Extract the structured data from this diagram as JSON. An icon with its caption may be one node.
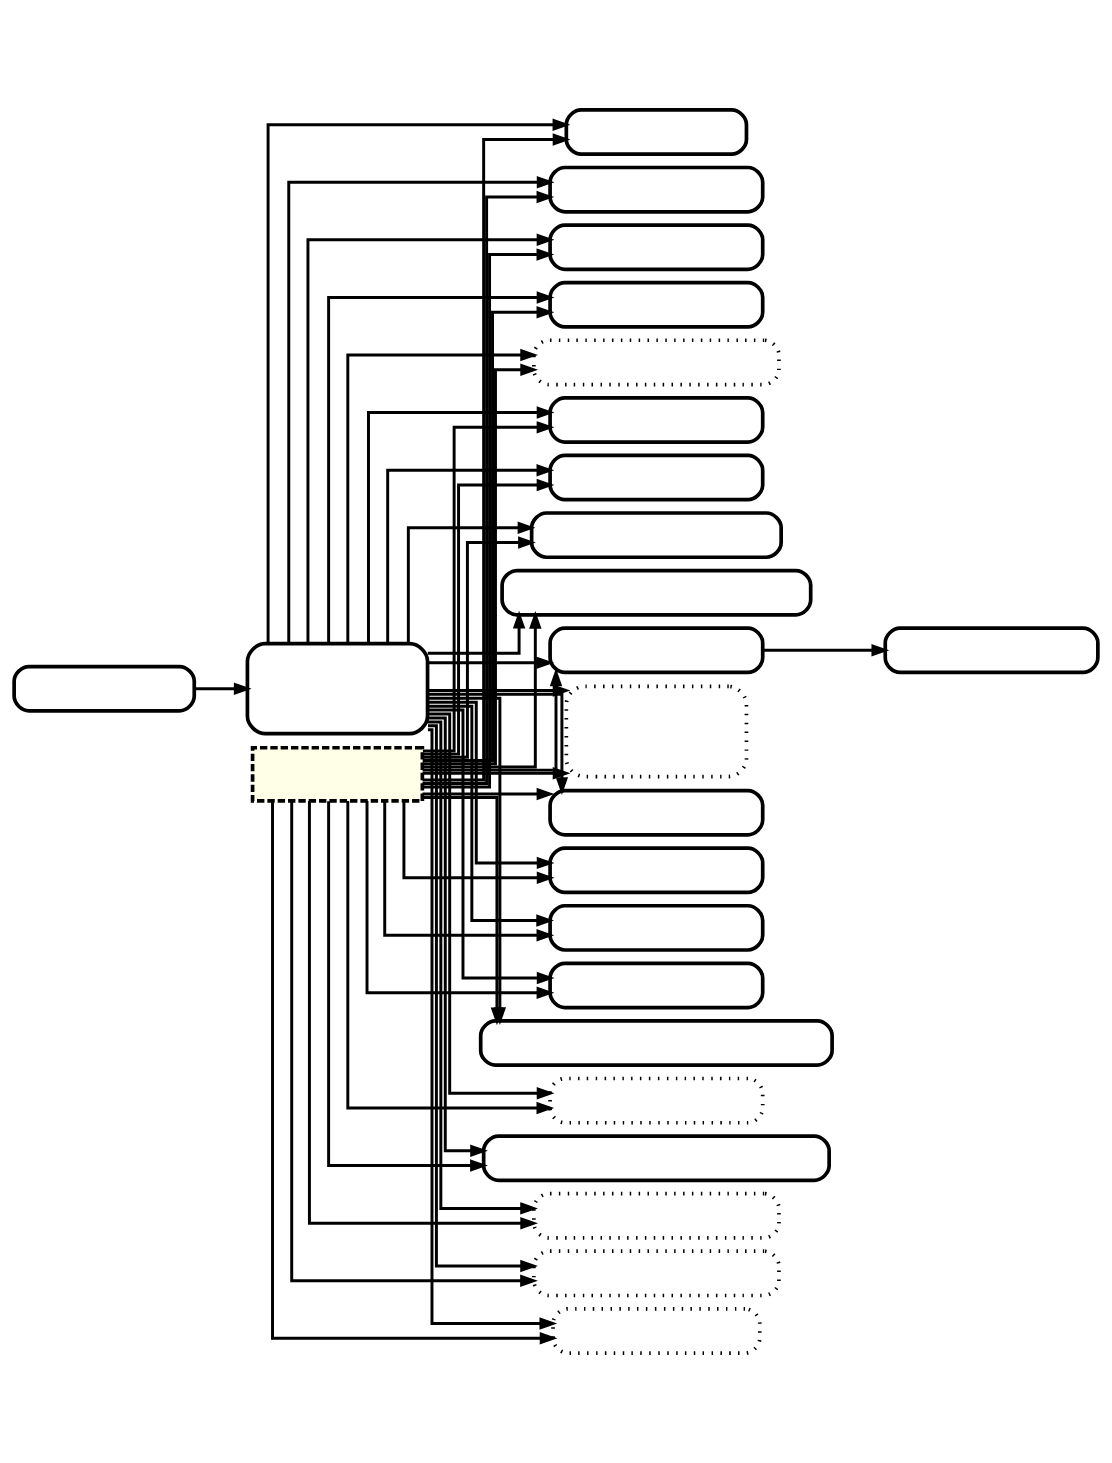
{
  "diagram": {
    "nodes": [
      {
        "text": [],
        "shape": "box"
      },
      {
        "text": [],
        "shape": "box"
      },
      {
        "text": [],
        "shape": "box"
      },
      {
        "text": [],
        "shape": "box"
      },
      {
        "text": [],
        "shape": "box"
      },
      {
        "text": [],
        "shape": "box"
      },
      {
        "text": [],
        "shape": "box"
      },
      {
        "text": [],
        "shape": "box"
      },
      {
        "text": [],
        "shape": "box"
      },
      {
        "text": [],
        "shape": "box"
      },
      {
        "text": [],
        "shape": "box"
      },
      {
        "text": [],
        "shape": "box"
      },
      {
        "text": [],
        "shape": "box"
      },
      {
        "text": [],
        "shape": "box"
      },
      {
        "text": [],
        "shape": "box"
      },
      {
        "text": [],
        "shape": "box"
      },
      {
        "text": [],
        "shape": "box"
      },
      {
        "text": [],
        "shape": "box"
      },
      {
        "text": [],
        "shape": "box"
      },
      {
        "text": [],
        "shape": "box"
      },
      {
        "text": [],
        "shape": "box"
      },
      {
        "text": [],
        "shape": "box"
      },
      {
        "text": [],
        "shape": "box"
      },
      {
        "text": [],
        "shape": "box"
      },
      {
        "text": [],
        "shape": "box"
      }
    ],
    "edges": [
      {
        "from": 0,
        "to": 1,
        "arrow": "to"
      },
      {
        "from": 1,
        "to": 2,
        "arrow": "to"
      },
      {
        "from": 1,
        "to": 3,
        "arrow": "to"
      },
      {
        "from": 1,
        "to": 4,
        "arrow": "to"
      },
      {
        "from": 1,
        "to": 5,
        "arrow": "to"
      },
      {
        "from": 1,
        "to": 6,
        "arrow": "to"
      },
      {
        "from": 1,
        "to": 7,
        "arrow": "to"
      },
      {
        "from": 1,
        "to": 8,
        "arrow": "to"
      },
      {
        "from": 1,
        "to": 9,
        "arrow": "to"
      },
      {
        "from": 1,
        "to": 10,
        "arrow": "to"
      },
      {
        "from": 1,
        "to": 11,
        "arrow": "to"
      },
      {
        "from": 11,
        "to": 12,
        "arrow": "to"
      },
      {
        "from": 1,
        "to": 13,
        "arrow": "to"
      },
      {
        "from": 1,
        "to": 14,
        "arrow": "to"
      },
      {
        "from": 1,
        "to": 15,
        "arrow": "to"
      },
      {
        "from": 1,
        "to": 16,
        "arrow": "to"
      },
      {
        "from": 1,
        "to": 17,
        "arrow": "to"
      },
      {
        "from": 1,
        "to": 18,
        "arrow": "to"
      },
      {
        "from": 1,
        "to": 19,
        "arrow": "to"
      },
      {
        "from": 1,
        "to": 20,
        "arrow": "to"
      },
      {
        "from": 1,
        "to": 21,
        "arrow": "to"
      },
      {
        "from": 1,
        "to": 22,
        "arrow": "to"
      },
      {
        "from": 1,
        "to": 23,
        "arrow": "to"
      },
      {
        "from": 24,
        "to": 2,
        "arrow": "to"
      },
      {
        "from": 24,
        "to": 3,
        "arrow": "to"
      },
      {
        "from": 24,
        "to": 4,
        "arrow": "to"
      },
      {
        "from": 24,
        "to": 5,
        "arrow": "to"
      },
      {
        "from": 24,
        "to": 6,
        "arrow": "to"
      },
      {
        "from": 24,
        "to": 7,
        "arrow": "to"
      },
      {
        "from": 24,
        "to": 8,
        "arrow": "to"
      },
      {
        "from": 24,
        "to": 9,
        "arrow": "to"
      },
      {
        "from": 24,
        "to": 10,
        "arrow": "to"
      },
      {
        "from": 24,
        "to": 11,
        "arrow": "to"
      },
      {
        "from": 24,
        "to": 13,
        "arrow": "to"
      },
      {
        "from": 24,
        "to": 14,
        "arrow": "to"
      },
      {
        "from": 24,
        "to": 15,
        "arrow": "to"
      },
      {
        "from": 24,
        "to": 16,
        "arrow": "to"
      },
      {
        "from": 24,
        "to": 17,
        "arrow": "to"
      },
      {
        "from": 24,
        "to": 18,
        "arrow": "to"
      },
      {
        "from": 24,
        "to": 19,
        "arrow": "to"
      },
      {
        "from": 24,
        "to": 20,
        "arrow": "to"
      },
      {
        "from": 24,
        "to": 21,
        "arrow": "to"
      },
      {
        "from": 24,
        "to": 22,
        "arrow": "to"
      },
      {
        "from": 24,
        "to": 23,
        "arrow": "to"
      }
    ]
  }
}
